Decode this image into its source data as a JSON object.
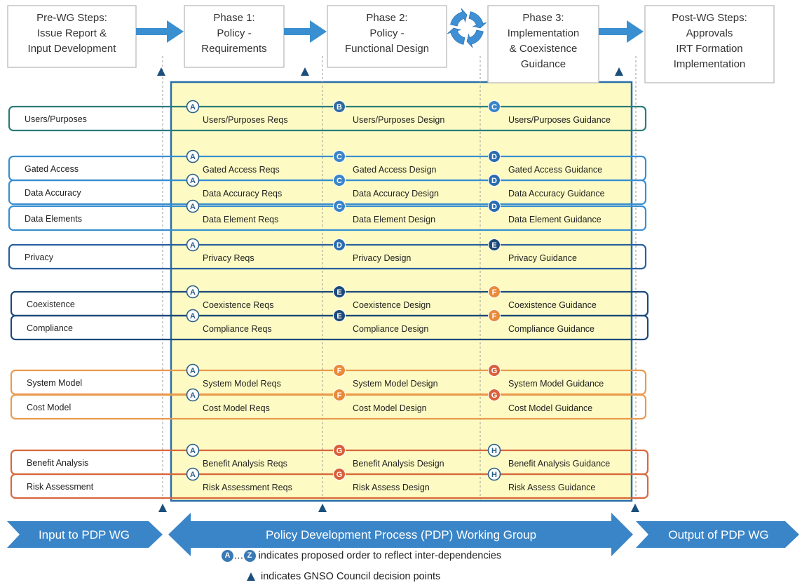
{
  "phases": [
    {
      "lines": [
        "Pre-WG Steps:",
        "Issue Report &",
        "Input Development"
      ]
    },
    {
      "lines": [
        "Phase 1:",
        "Policy -",
        "Requirements"
      ]
    },
    {
      "lines": [
        "Phase 2:",
        "Policy -",
        "Functional Design"
      ]
    },
    {
      "lines": [
        "Phase 3:",
        "Implementation",
        "& Coexistence",
        "Guidance"
      ]
    },
    {
      "lines": [
        "Post-WG Steps:",
        "Approvals",
        "IRT Formation",
        "Implementation"
      ]
    }
  ],
  "groups": [
    {
      "color": "#2a7d7b",
      "rows": [
        {
          "label": "Users/Purposes",
          "cells": [
            {
              "badge": "A",
              "text": "Users/Purposes Reqs"
            },
            {
              "badge": "B",
              "text": "Users/Purposes Design"
            },
            {
              "badge": "C",
              "text": "Users/Purposes Guidance"
            }
          ]
        }
      ]
    },
    {
      "color": "#3a8fd0",
      "rows": [
        {
          "label": "Gated Access",
          "cells": [
            {
              "badge": "A",
              "text": "Gated Access Reqs"
            },
            {
              "badge": "C",
              "text": "Gated Access Design"
            },
            {
              "badge": "D",
              "text": "Gated Access Guidance"
            }
          ]
        },
        {
          "label": "Data Accuracy",
          "cells": [
            {
              "badge": "A",
              "text": "Data Accuracy Reqs"
            },
            {
              "badge": "C",
              "text": "Data Accuracy Design"
            },
            {
              "badge": "D",
              "text": "Data Accuracy Guidance"
            }
          ]
        },
        {
          "label": "Data Elements",
          "cells": [
            {
              "badge": "A",
              "text": "Data Element Reqs"
            },
            {
              "badge": "C",
              "text": "Data Element Design"
            },
            {
              "badge": "D",
              "text": "Data Element Guidance"
            }
          ]
        }
      ]
    },
    {
      "color": "#2a5f9e",
      "rows": [
        {
          "label": "Privacy",
          "cells": [
            {
              "badge": "A",
              "text": "Privacy Reqs"
            },
            {
              "badge": "D",
              "text": "Privacy Design"
            },
            {
              "badge": "E",
              "text": "Privacy Guidance"
            }
          ]
        }
      ]
    },
    {
      "color": "#1c4a7a",
      "rows": [
        {
          "label": "Coexistence",
          "cells": [
            {
              "badge": "A",
              "text": "Coexistence Reqs"
            },
            {
              "badge": "E",
              "text": "Coexistence Design"
            },
            {
              "badge": "F",
              "text": "Coexistence Guidance"
            }
          ]
        },
        {
          "label": "Compliance",
          "cells": [
            {
              "badge": "A",
              "text": "Compliance Reqs"
            },
            {
              "badge": "E",
              "text": "Compliance Design"
            },
            {
              "badge": "F",
              "text": "Compliance Guidance"
            }
          ]
        }
      ]
    },
    {
      "color": "#e99a4e",
      "rows": [
        {
          "label": "System Model",
          "cells": [
            {
              "badge": "A",
              "text": "System Model Reqs"
            },
            {
              "badge": "F",
              "text": "System Model Design"
            },
            {
              "badge": "G",
              "text": "System Model Guidance"
            }
          ]
        },
        {
          "label": "Cost Model",
          "cells": [
            {
              "badge": "A",
              "text": "Cost Model Reqs"
            },
            {
              "badge": "F",
              "text": "Cost Model Design"
            },
            {
              "badge": "G",
              "text": "Cost Model Guidance"
            }
          ]
        }
      ]
    },
    {
      "color": "#d8683d",
      "rows": [
        {
          "label": "Benefit Analysis",
          "cells": [
            {
              "badge": "A",
              "text": "Benefit Analysis Reqs"
            },
            {
              "badge": "G",
              "text": "Benefit Analysis Design"
            },
            {
              "badge": "H",
              "text": "Benefit Analysis Guidance"
            }
          ]
        },
        {
          "label": "Risk Assessment",
          "cells": [
            {
              "badge": "A",
              "text": "Risk Assessment Reqs"
            },
            {
              "badge": "G",
              "text": "Risk Assess Design"
            },
            {
              "badge": "H",
              "text": "Risk Assess Guidance"
            }
          ]
        }
      ]
    }
  ],
  "badge_colors": {
    "A": "#ffffff",
    "B": "#2e6a9e",
    "C": "#3a85c8",
    "D": "#2a6bb0",
    "E": "#1c4a7a",
    "F": "#e98a3a",
    "G": "#d9603a",
    "H": "#ffffff"
  },
  "bands": {
    "input": "Input to PDP WG",
    "pdp": "Policy Development Process (PDP) Working Group",
    "output": "Output of PDP WG"
  },
  "legend": {
    "badge_first": "A",
    "ellipsis": "…",
    "badge_last": "Z",
    "order_text": "indicates proposed order to reflect inter-dependencies",
    "decision_text": "indicates GNSO Council decision points"
  },
  "colors": {
    "arrow": "#3a8fd0",
    "band": "#3a85c8",
    "wg_fill": "#fdfbc3",
    "wg_border": "#2a6ea8",
    "triangle": "#1c4f7c"
  }
}
